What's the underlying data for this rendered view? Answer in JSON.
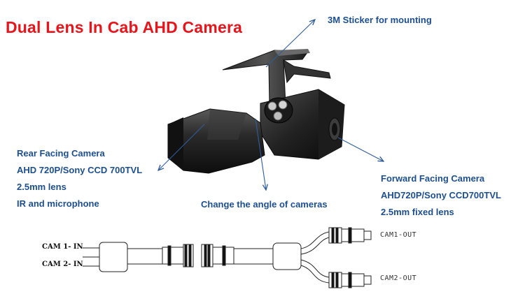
{
  "title": "Dual Lens In Cab AHD Camera",
  "callouts": {
    "sticker": "3M Sticker for mounting",
    "rear": [
      "Rear Facing Camera",
      "AHD 720P/Sony CCD 700TVL",
      "2.5mm lens",
      "IR and microphone"
    ],
    "angle": "Change the angle of cameras",
    "forward": [
      "Forward Facing Camera",
      "AHD720P/Sony CCD700TVL",
      "2.5mm fixed lens"
    ]
  },
  "cable": {
    "in_labels": [
      "CAM 1- IN",
      "CAM 2- IN"
    ],
    "out_labels": [
      "CAM1-OUT",
      "CAM2-OUT"
    ]
  },
  "colors": {
    "title": "#e8141b",
    "callout_text": "#1d4f8e",
    "arrow": "#2f5d9a"
  }
}
